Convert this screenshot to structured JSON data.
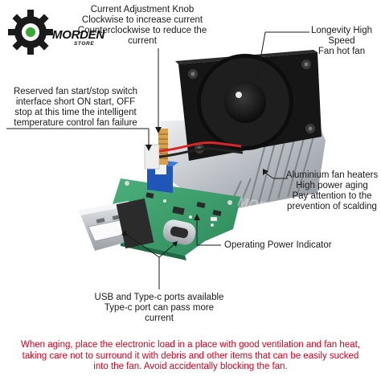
{
  "brand": {
    "name": "MORDEN",
    "store_label": "STORE",
    "accent_green": "#39a935"
  },
  "annotations": {
    "knob": "Current Adjustment Knob\nClockwise to increase current\nCounterclockwise to reduce the\ncurrent",
    "fan": "Longevity High\nSpeed\nFan hot fan",
    "switch": "Reserved fan start/stop switch\ninterface short ON start, OFF\nstop at this time the intelligent\ntemperature control fan failure",
    "heater": "Aluminium fan heaters\nHigh power aging\nPay attention to the\nprevention of scalding",
    "indicator": "Operating Power Indicator",
    "ports": "USB and Type-c ports available\nType-c port can pass more\ncurrent"
  },
  "warning": {
    "text": "When aging, place the electronic load in a place with good ventilation and fan heat,\ntaking care not to surround it with debris and other items that can be easily sucked\ninto the fan. Avoid accidentally blocking the fan.",
    "color": "#d6001c"
  },
  "colors": {
    "pcb": "#3aa06e",
    "fan": "#141414",
    "heatsink": "#c9cdd2",
    "usb_metal": "#c8ccd0",
    "leader": "#1a1a1a"
  }
}
